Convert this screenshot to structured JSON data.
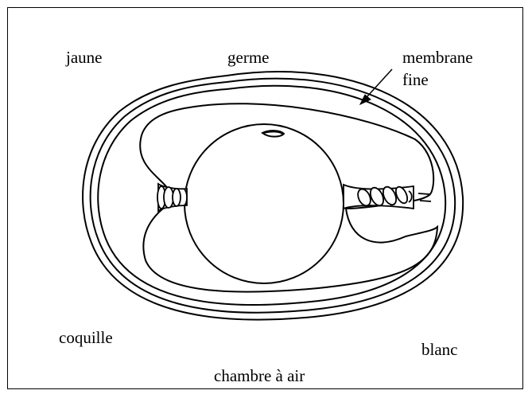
{
  "labels": {
    "yolk": "jaune",
    "germ": "germe",
    "membrane_line1": "membrane",
    "membrane_line2": "fine",
    "shell": "coquille",
    "white": "blanc",
    "air_chamber": "chambre à air"
  }
}
